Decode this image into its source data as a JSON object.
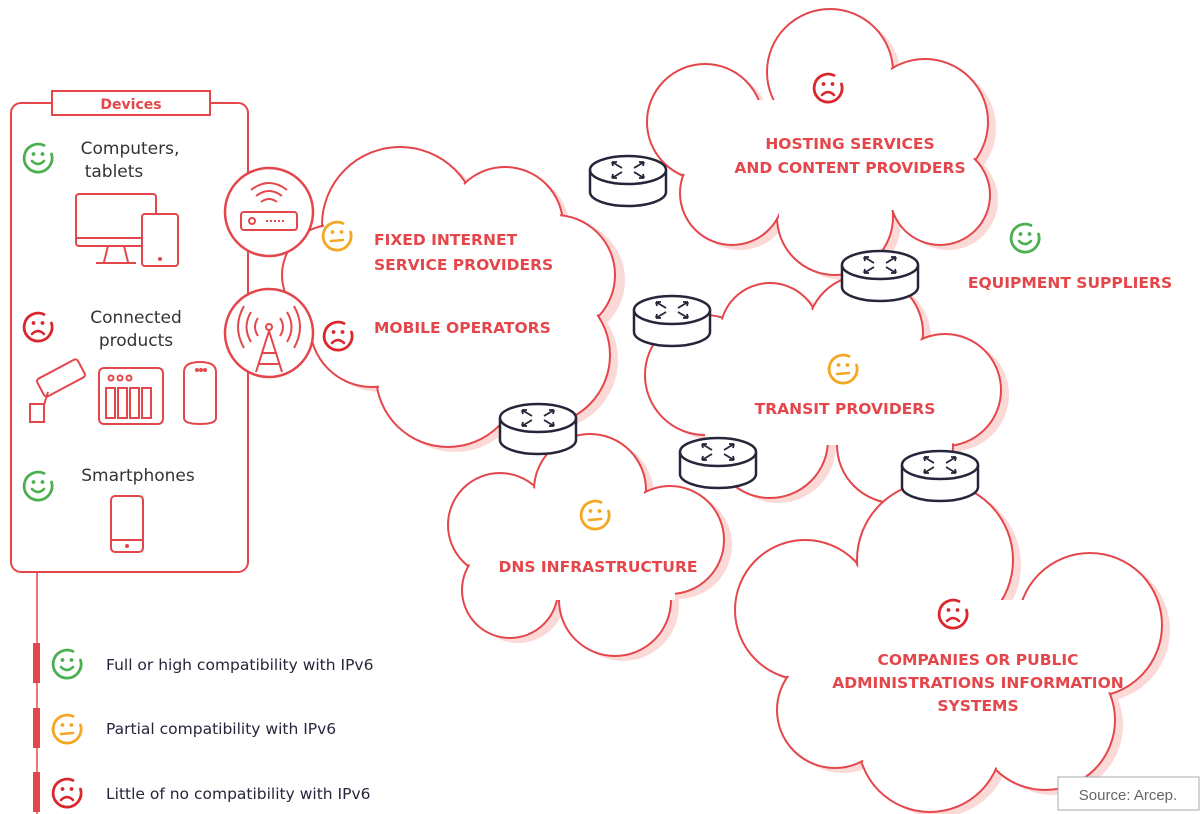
{
  "colors": {
    "accent": "#e4474b",
    "cloud_fill": "#ffffff",
    "cloud_shadow": "#fbd9d6",
    "router_stroke": "#26263a",
    "happy": "#4caf50",
    "neutral": "#f5a623",
    "sad": "#d9272e"
  },
  "devices": {
    "header": "Devices",
    "items": [
      {
        "label_lines": [
          "Computers,",
          "tablets"
        ],
        "status": "happy"
      },
      {
        "label_lines": [
          "Connected",
          "products"
        ],
        "status": "sad"
      },
      {
        "label_lines": [
          "Smartphones"
        ],
        "status": "happy"
      }
    ]
  },
  "access": [
    {
      "label_lines": [
        "FIXED INTERNET",
        "SERVICE PROVIDERS"
      ],
      "status": "neutral",
      "icon": "router-box-icon"
    },
    {
      "label_lines": [
        "MOBILE OPERATORS"
      ],
      "status": "sad",
      "icon": "antenna-tower-icon"
    }
  ],
  "clouds": [
    {
      "id": "hosting",
      "label_lines": [
        "HOSTING SERVICES",
        "AND CONTENT PROVIDERS"
      ],
      "status": "sad"
    },
    {
      "id": "equipment",
      "label_lines": [
        "EQUIPMENT SUPPLIERS"
      ],
      "status": "happy"
    },
    {
      "id": "transit",
      "label_lines": [
        "TRANSIT PROVIDERS"
      ],
      "status": "neutral"
    },
    {
      "id": "dns",
      "label_lines": [
        "DNS INFRASTRUCTURE"
      ],
      "status": "neutral"
    },
    {
      "id": "companies",
      "label_lines": [
        "COMPANIES OR PUBLIC",
        "ADMINISTRATIONS INFORMATION",
        "SYSTEMS"
      ],
      "status": "sad"
    }
  ],
  "legend": [
    {
      "status": "happy",
      "text": "Full or high compatibility with IPv6"
    },
    {
      "status": "neutral",
      "text": "Partial compatibility with IPv6"
    },
    {
      "status": "sad",
      "text": "Little of no compatibility with IPv6"
    }
  ],
  "source": "Source: Arcep."
}
